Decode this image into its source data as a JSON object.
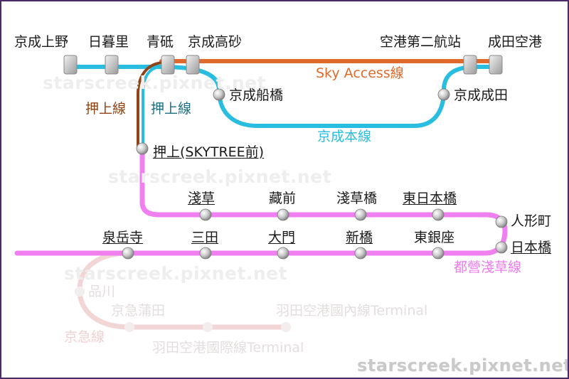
{
  "colors": {
    "keisei": "#29bde0",
    "access": "#e06a2c",
    "oshiage": "#8e4416",
    "asakusa": "#f07ff0",
    "keikyu": "#f2d6d6",
    "faded_text": "#e4dede",
    "frame": "#4a2a68"
  },
  "stations": {
    "keisei_ueno": "京成上野",
    "nippori": "日暮里",
    "aoto": "青砥",
    "keisei_takasago": "京成高砂",
    "kuko_daini": "空港第二航站",
    "narita_kuko": "成田空港",
    "keisei_funabashi": "京成船橋",
    "keisei_narita": "京成成田",
    "oshiage": "押上(SKYTREE前)",
    "asakusa": "淺草",
    "kuramae": "藏前",
    "asakusabashi": "淺草橋",
    "higashi_nihombashi": "東日本橋",
    "ningyocho": "人形町",
    "nihombashi": "日本橋",
    "sengakuji": "泉岳寺",
    "mita": "三田",
    "daimon": "大門",
    "shimbashi": "新橋",
    "higashi_ginza": "東銀座",
    "shinagawa": "品川",
    "keikyu_kamata": "京急蒲田",
    "haneda_domestic": "羽田空港國內線Terminal",
    "haneda_intl": "羽田空港國際線Terminal"
  },
  "line_names": {
    "sky_access": "Sky Access線",
    "oshiage_brown": "押上線",
    "oshiage_teal": "押上線",
    "keisei_main": "京成本線",
    "asakusa": "都營淺草線",
    "keikyu": "京急線"
  },
  "watermark": "starscreek.pixnet.net"
}
